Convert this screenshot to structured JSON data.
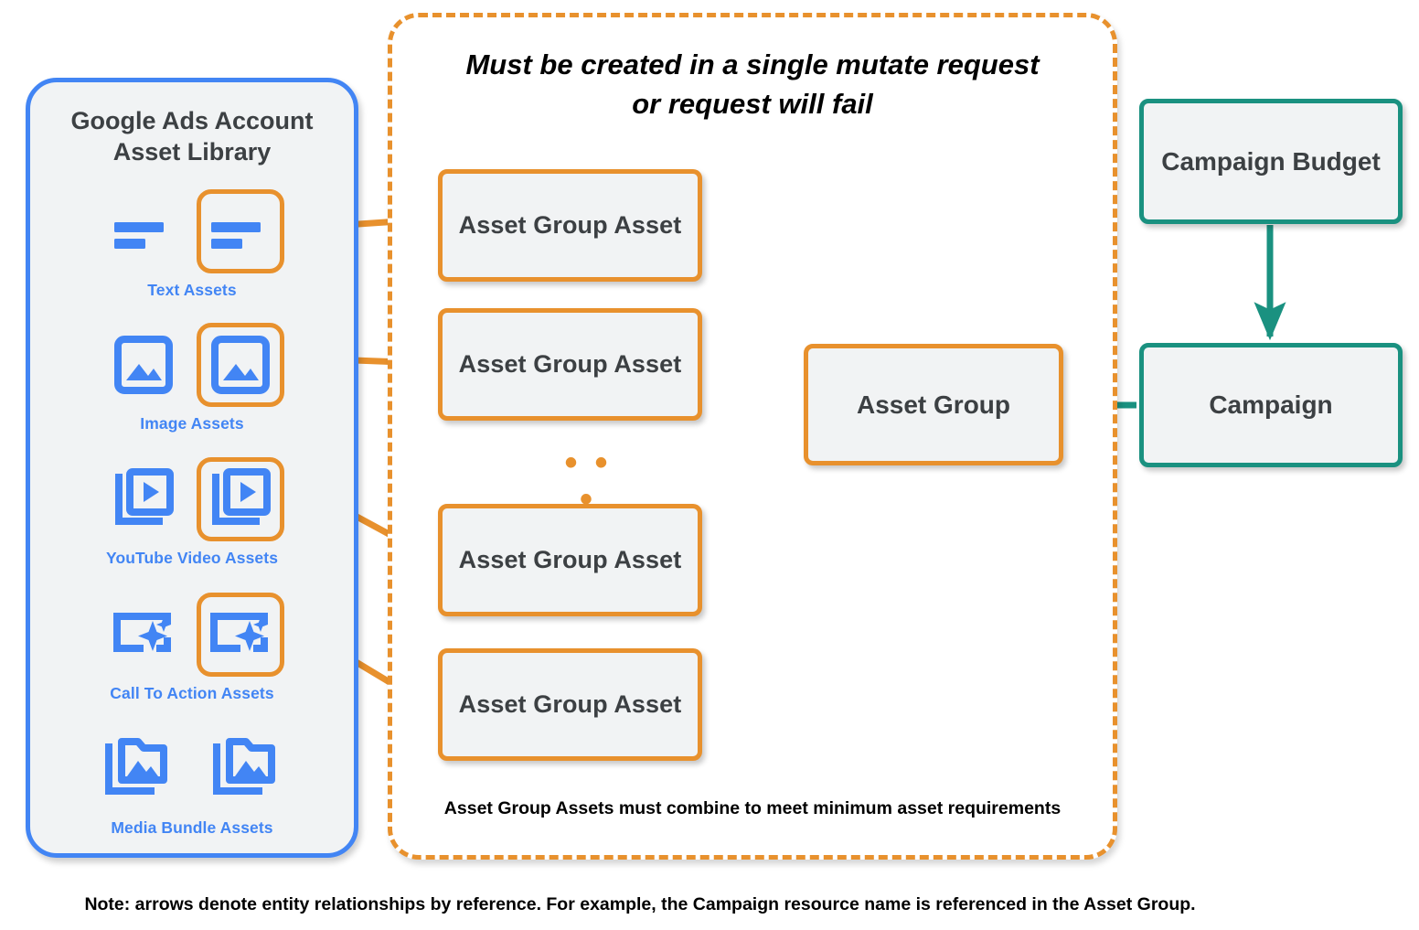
{
  "sidebar": {
    "title_line1": "Google Ads Account",
    "title_line2": "Asset Library",
    "border_color": "#4285f4",
    "fill_color": "#f1f3f4",
    "items": [
      {
        "label": "Text Assets",
        "icon": "text-lines-icon"
      },
      {
        "label": "Image Assets",
        "icon": "image-picture-icon"
      },
      {
        "label": "YouTube Video  Assets",
        "icon": "video-stack-play-icon"
      },
      {
        "label": "Call To Action Assets",
        "icon": "call-to-action-sparkle-icon"
      },
      {
        "label": "Media Bundle  Assets",
        "icon": "media-bundle-folder-icon"
      }
    ]
  },
  "dashed_container": {
    "title_line1": "Must be created in a single mutate request",
    "title_line2": "or request will fail",
    "footnote": "Asset Group Assets must combine to meet minimum asset requirements",
    "ellipsis": "• • •",
    "border_color": "#e8912d",
    "border_style": "dashed"
  },
  "nodes": {
    "asset_group_assets": [
      {
        "label": "Asset Group Asset"
      },
      {
        "label": "Asset Group Asset"
      },
      {
        "label": "Asset Group Asset"
      },
      {
        "label": "Asset Group Asset"
      }
    ],
    "asset_group": {
      "label": "Asset Group",
      "border_color": "#e8912d"
    },
    "campaign_budget": {
      "label": "Campaign Budget",
      "border_color": "#1a9180"
    },
    "campaign": {
      "label": "Campaign",
      "border_color": "#1a9180"
    }
  },
  "colors": {
    "orange": "#e8912d",
    "blue": "#4285f4",
    "teal": "#1a9180",
    "node_fill": "#f1f3f4",
    "text_dark": "#3c4043"
  },
  "footer": {
    "note": "Note: arrows denote entity relationships by reference. For example, the Campaign resource name is referenced in the Asset Group."
  }
}
